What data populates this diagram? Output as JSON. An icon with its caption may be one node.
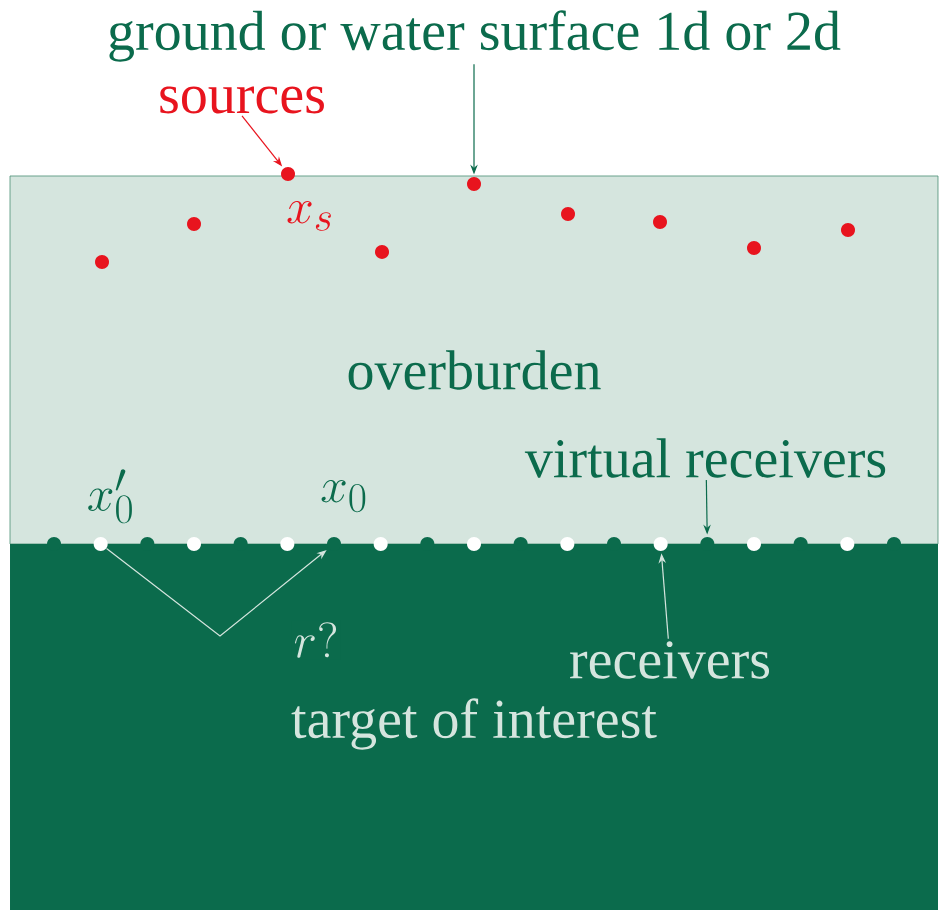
{
  "diagram": {
    "nodes": [
      {
        "text": [
          "overburden"
        ]
      },
      {
        "text": [
          "target of interest"
        ]
      },
      {
        "text": [
          "ground or water surface 1d or 2d"
        ]
      },
      {
        "text": [
          "sources"
        ]
      },
      {
        "text": [],
        "shape": "circle",
        "in": 0
      },
      {
        "text": [],
        "shape": "circle",
        "in": 0
      },
      {
        "text": [],
        "shape": "circle",
        "beside": [
          "x_s"
        ]
      },
      {
        "text": [],
        "shape": "circle",
        "in": 0
      },
      {
        "text": [],
        "shape": "circle",
        "in": 0
      },
      {
        "text": [],
        "shape": "circle",
        "in": 0
      },
      {
        "text": [],
        "shape": "circle",
        "in": 0
      },
      {
        "text": [],
        "shape": "circle",
        "in": 0
      },
      {
        "text": [],
        "shape": "circle",
        "in": 0
      },
      {
        "text": [
          "virtual receivers"
        ],
        "in": 0
      },
      {
        "text": [
          "receivers"
        ],
        "in": 1
      },
      {
        "text": [],
        "shape": "circle"
      },
      {
        "text": [],
        "shape": "circle",
        "beside": [
          "x'_0"
        ]
      },
      {
        "text": [],
        "shape": "circle"
      },
      {
        "text": [],
        "shape": "circle"
      },
      {
        "text": [],
        "shape": "circle"
      },
      {
        "text": [],
        "shape": "circle"
      },
      {
        "text": [],
        "shape": "circle",
        "beside": [
          "x_0"
        ]
      },
      {
        "text": [],
        "shape": "circle"
      },
      {
        "text": [],
        "shape": "circle"
      },
      {
        "text": [],
        "shape": "circle"
      },
      {
        "text": [],
        "shape": "circle"
      },
      {
        "text": [],
        "shape": "circle"
      },
      {
        "text": [],
        "shape": "circle"
      },
      {
        "text": [],
        "shape": "circle"
      },
      {
        "text": [],
        "shape": "circle"
      },
      {
        "text": [],
        "shape": "circle"
      },
      {
        "text": [],
        "shape": "circle"
      },
      {
        "text": [],
        "shape": "circle"
      },
      {
        "text": [],
        "shape": "circle"
      }
    ],
    "edges": [
      {
        "from": 2,
        "to": 8,
        "arrow": "to"
      },
      {
        "from": 3,
        "to": 6,
        "arrow": "to",
        "color": "#e8141e"
      },
      {
        "from": 13,
        "to": 29,
        "arrow": "to"
      },
      {
        "from": 14,
        "to": 28,
        "arrow": "to",
        "color": "#d5e5de"
      },
      {
        "from": 16,
        "to": 21,
        "arrow": "to",
        "label": "r?",
        "color": "#d5e5de"
      }
    ]
  }
}
